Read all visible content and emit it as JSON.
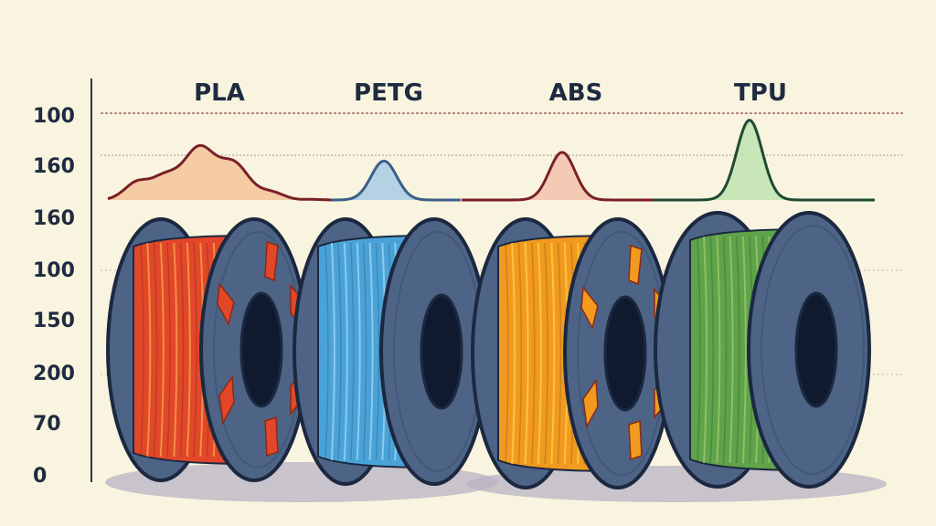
{
  "chart_data": {
    "type": "line",
    "title": "",
    "xlabel": "",
    "ylabel": "",
    "y_tick_labels": [
      "100",
      "160",
      "160",
      "100",
      "150",
      "200",
      "70",
      "0"
    ],
    "grid": true,
    "legend": "none",
    "series": [
      {
        "name": "PLA",
        "peak": 0.62,
        "spread": "wide",
        "color": "#7a2027",
        "fill": "#f4c39a",
        "spool_color": "#e2472a",
        "spool_accent": "#f5a24a"
      },
      {
        "name": "PETG",
        "peak": 0.45,
        "spread": "narrow",
        "color": "#3a5f8a",
        "fill": "#a9cbe6",
        "spool_color": "#4aa3d8",
        "spool_accent": "#9fd3f1"
      },
      {
        "name": "ABS",
        "peak": 0.55,
        "spread": "narrow",
        "color": "#7a2027",
        "fill": "#f3c2ae",
        "spool_color": "#f29a1f",
        "spool_accent": "#f7d14a"
      },
      {
        "name": "TPU",
        "peak": 0.92,
        "spread": "narrow",
        "color": "#1f4a34",
        "fill": "#bfe3b0",
        "spool_color": "#5fa34a",
        "spool_accent": "#9cc76a"
      }
    ]
  },
  "colors": {
    "background": "#f9f4df",
    "axis": "#2a3547",
    "spool_flange": "#4d6486",
    "spool_outline": "#1b2840",
    "hub": "#101a2e",
    "shadow": "#b8b3c4"
  }
}
